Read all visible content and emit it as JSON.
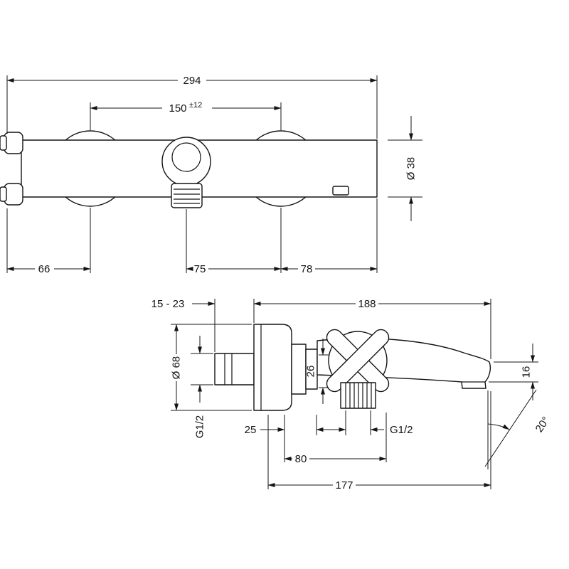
{
  "drawing": {
    "background": "#ffffff",
    "line_color": "#141414"
  },
  "top_view": {
    "overall_width": "294",
    "hole_distance": "150",
    "hole_distance_tolerance": "±12",
    "bar_diameter": "Ø 38",
    "left_offset": "66",
    "handle_offset": "75",
    "right_offset": "78"
  },
  "side_view": {
    "wall_adjust": "15 - 23",
    "total_depth": "188",
    "escutcheon_diameter": "Ø 68",
    "inlet_thread": "G1/2",
    "body_dim": "26",
    "outlet_thread": "G1/2",
    "outlet_height": "16",
    "spout_angle": "20°",
    "face_offset": "25",
    "outlet_distance": "80",
    "spout_reach": "177"
  }
}
